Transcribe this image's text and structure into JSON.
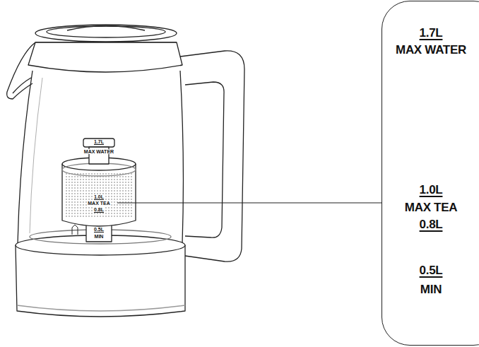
{
  "diagram": {
    "nodes": [
      {
        "text": [
          "1.7L",
          "MAX WATER",
          "1.0L",
          "MAX TEA",
          "0.8L",
          "0.5L",
          "MIN"
        ]
      }
    ],
    "labels": [
      "1.7L",
      "MAX WATER",
      "1.0L",
      "MAX TEA",
      "0.8L",
      "0.5L",
      "MIN"
    ]
  }
}
